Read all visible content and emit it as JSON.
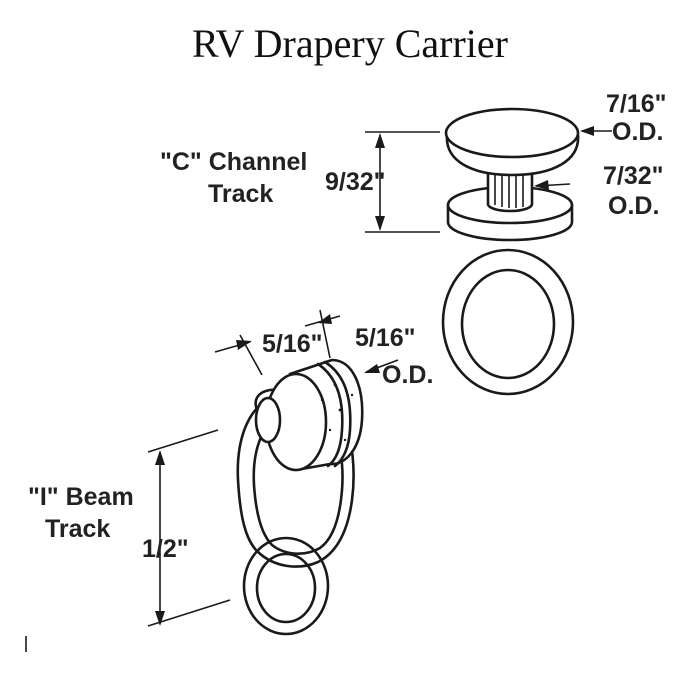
{
  "title": "RV Drapery Carrier",
  "c_channel": {
    "track_label_line1": "\"C\" Channel",
    "track_label_line2": "Track",
    "height_dim": "9/32\"",
    "top_od_value": "7/16\"",
    "top_od_label": "O.D.",
    "stem_od_value": "7/32\"",
    "stem_od_label": "O.D."
  },
  "i_beam": {
    "track_label_line1": "\"I\" Beam",
    "track_label_line2": "Track",
    "width_dim": "5/16\"",
    "od_value": "5/16\"",
    "od_label": "O.D.",
    "height_dim": "1/2\""
  },
  "icons": [
    "c-channel-carrier-drawing",
    "i-beam-carrier-drawing"
  ]
}
